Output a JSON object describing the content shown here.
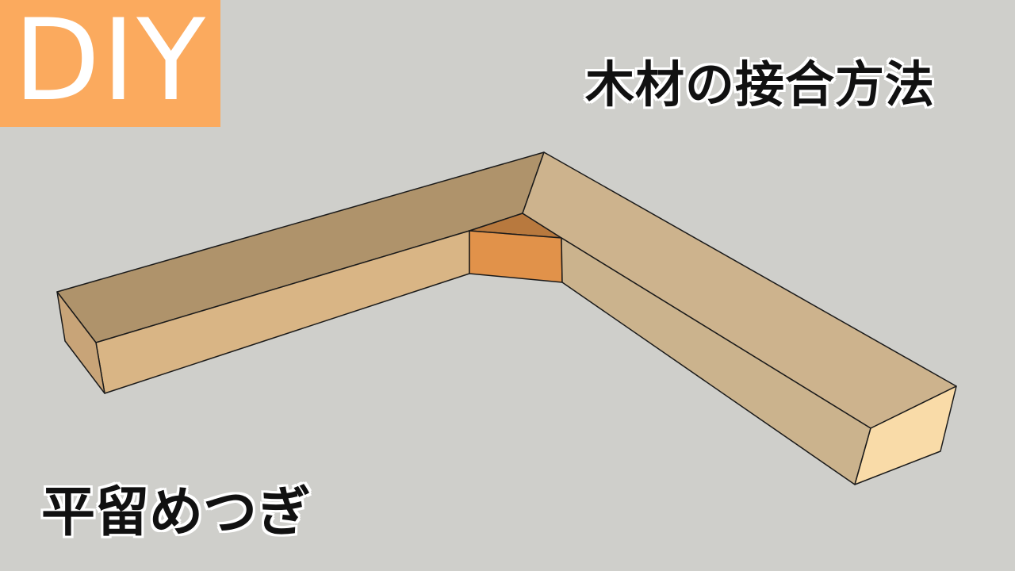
{
  "badge": {
    "label": "DIY",
    "color": "#FBAA5E"
  },
  "title": "木材の接合方法",
  "subtitle": "平留めつぎ",
  "colors": {
    "background": "#CFCFCB",
    "wood_top_left": "#AF936B",
    "wood_front_left": "#D9B585",
    "wood_top_right": "#CDB38D",
    "wood_side_right": "#CBB38D",
    "wood_end_grain": "#F9DBA8",
    "wood_end_left": "#C8A478",
    "miter_face": "#E1924A",
    "miter_top": "#B8793E",
    "outline": "#1A1A1A"
  },
  "illustration": "mitered-corner-joint"
}
